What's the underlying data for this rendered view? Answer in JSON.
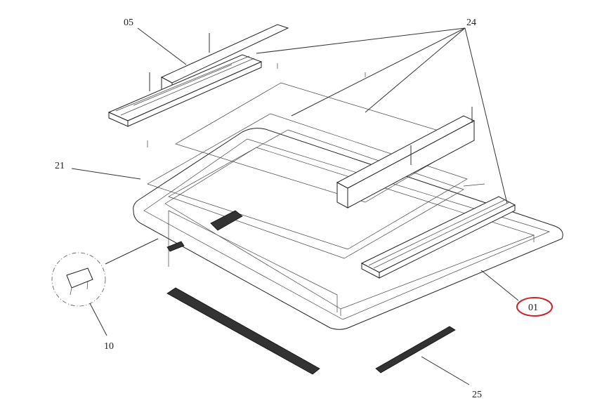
{
  "diagram": {
    "labels": {
      "p05": "05",
      "p24": "24",
      "p21": "21",
      "p10": "10",
      "p01": "01",
      "p25": "25"
    },
    "highlight_color": "#c8282d"
  }
}
